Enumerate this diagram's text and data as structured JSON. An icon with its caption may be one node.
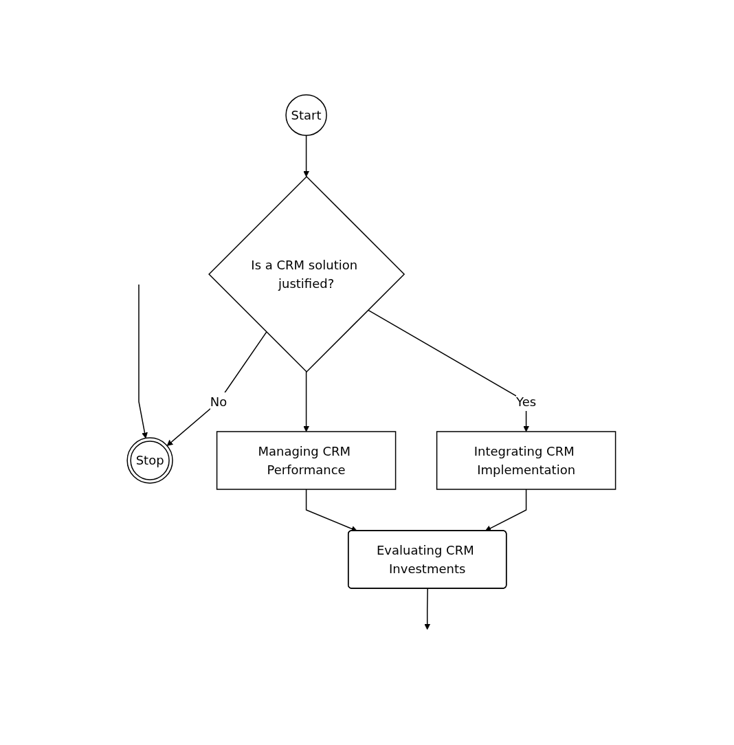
{
  "diagram": {
    "nodes": [
      {
        "text": [
          "Start"
        ]
      },
      {
        "text": [
          "Is a CRM solution justified?"
        ]
      },
      {
        "text": [
          "Stop"
        ]
      },
      {
        "text": [
          "Integrating CRM Implementation"
        ]
      },
      {
        "text": [
          "Managing CRM Performance"
        ]
      },
      {
        "text": [
          "Evaluating CRM Investments"
        ]
      }
    ],
    "edges": [
      {
        "from": 0,
        "to": 1,
        "arrow": "to"
      },
      {
        "from": 1,
        "to": 2,
        "label": "No",
        "arrow": "to"
      },
      {
        "from": 1,
        "to": 3,
        "label": "Yes",
        "arrow": "to"
      },
      {
        "from": 1,
        "to": 4,
        "arrow": "to"
      },
      {
        "from": 3,
        "to": 5,
        "arrow": "to"
      },
      {
        "from": 4,
        "to": 5,
        "arrow": "to"
      },
      {
        "from": 5,
        "to": null,
        "arrow": "to"
      },
      {
        "from": null,
        "to": 2,
        "arrow": "to"
      }
    ]
  }
}
